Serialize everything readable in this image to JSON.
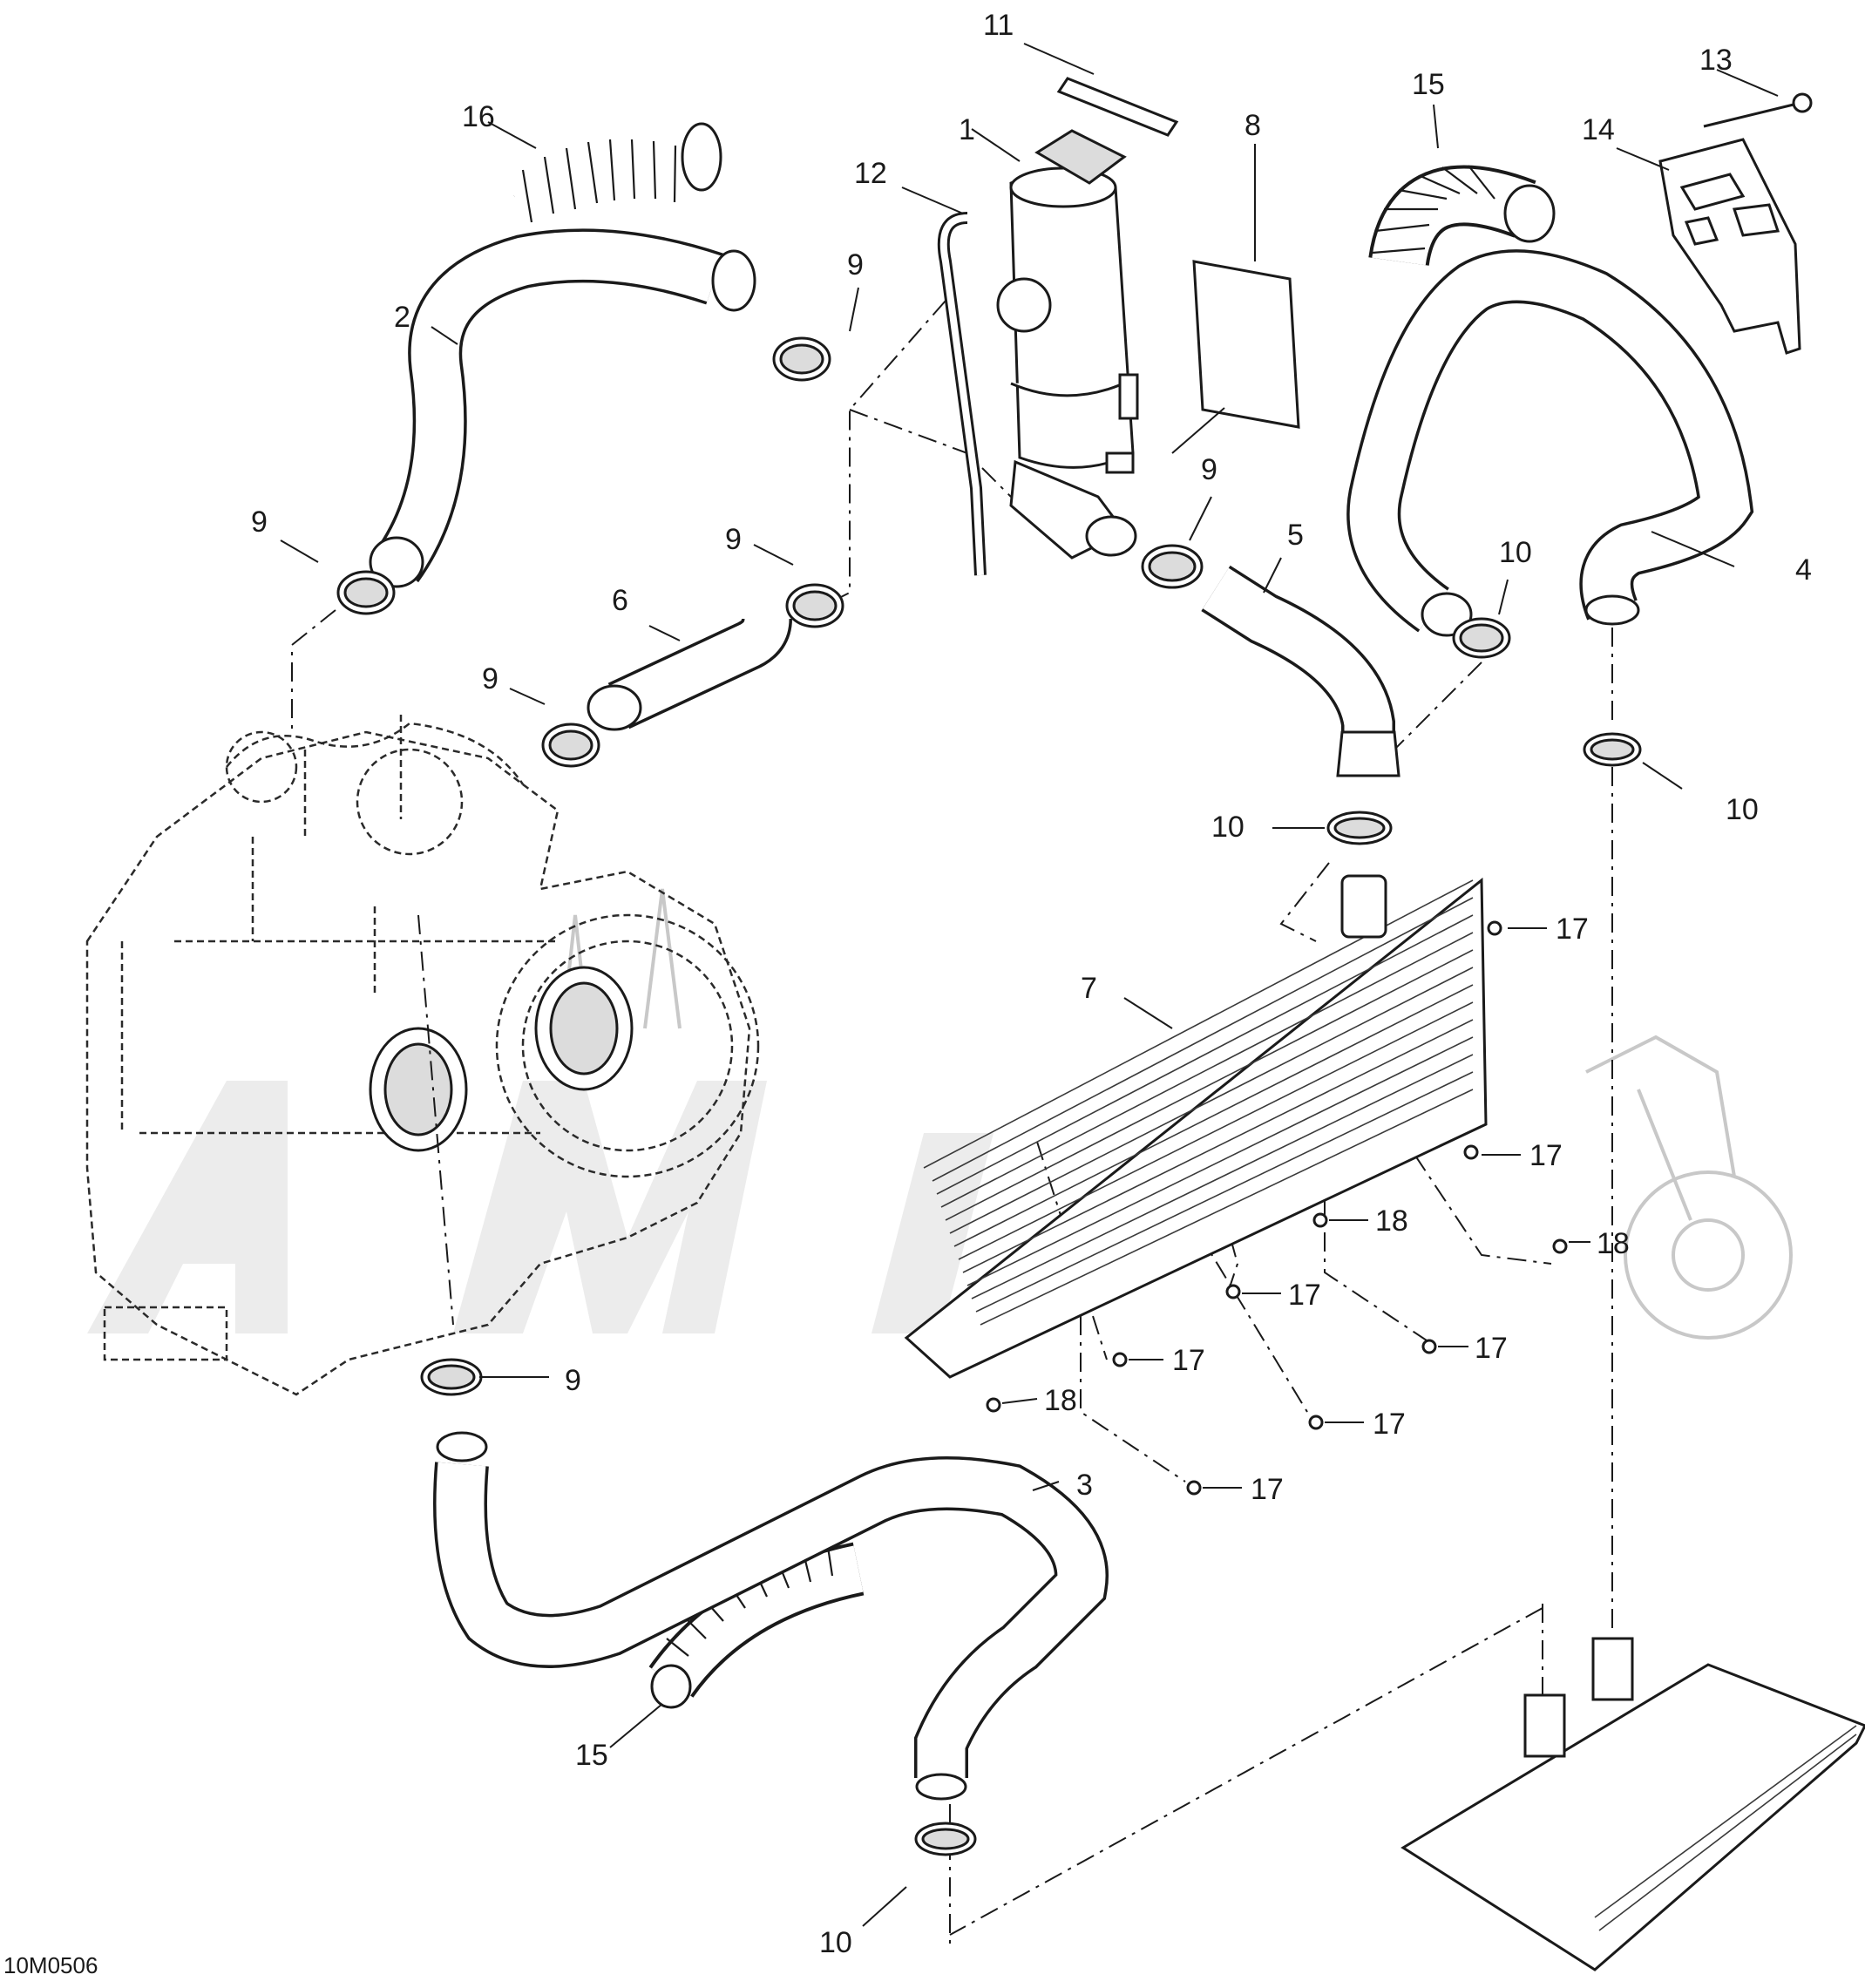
{
  "drawing_code": "10M0506",
  "callouts": [
    {
      "id": "c1",
      "label": "1"
    },
    {
      "id": "c2",
      "label": "2"
    },
    {
      "id": "c3",
      "label": "3"
    },
    {
      "id": "c4",
      "label": "4"
    },
    {
      "id": "c5",
      "label": "5"
    },
    {
      "id": "c6",
      "label": "6"
    },
    {
      "id": "c7",
      "label": "7"
    },
    {
      "id": "c8",
      "label": "8"
    },
    {
      "id": "c9a",
      "label": "9"
    },
    {
      "id": "c9b",
      "label": "9"
    },
    {
      "id": "c9c",
      "label": "9"
    },
    {
      "id": "c9d",
      "label": "9"
    },
    {
      "id": "c9e",
      "label": "9"
    },
    {
      "id": "c9f",
      "label": "9"
    },
    {
      "id": "c10a",
      "label": "10"
    },
    {
      "id": "c10b",
      "label": "10"
    },
    {
      "id": "c10c",
      "label": "10"
    },
    {
      "id": "c10d",
      "label": "10"
    },
    {
      "id": "c11",
      "label": "11"
    },
    {
      "id": "c12",
      "label": "12"
    },
    {
      "id": "c13",
      "label": "13"
    },
    {
      "id": "c14",
      "label": "14"
    },
    {
      "id": "c15a",
      "label": "15"
    },
    {
      "id": "c15b",
      "label": "15"
    },
    {
      "id": "c16",
      "label": "16"
    },
    {
      "id": "c17a",
      "label": "17"
    },
    {
      "id": "c17b",
      "label": "17"
    },
    {
      "id": "c17c",
      "label": "17"
    },
    {
      "id": "c17d",
      "label": "17"
    },
    {
      "id": "c17e",
      "label": "17"
    },
    {
      "id": "c17f",
      "label": "17"
    },
    {
      "id": "c17g",
      "label": "17"
    },
    {
      "id": "c18a",
      "label": "18"
    },
    {
      "id": "c18b",
      "label": "18"
    },
    {
      "id": "c18c",
      "label": "18"
    }
  ]
}
